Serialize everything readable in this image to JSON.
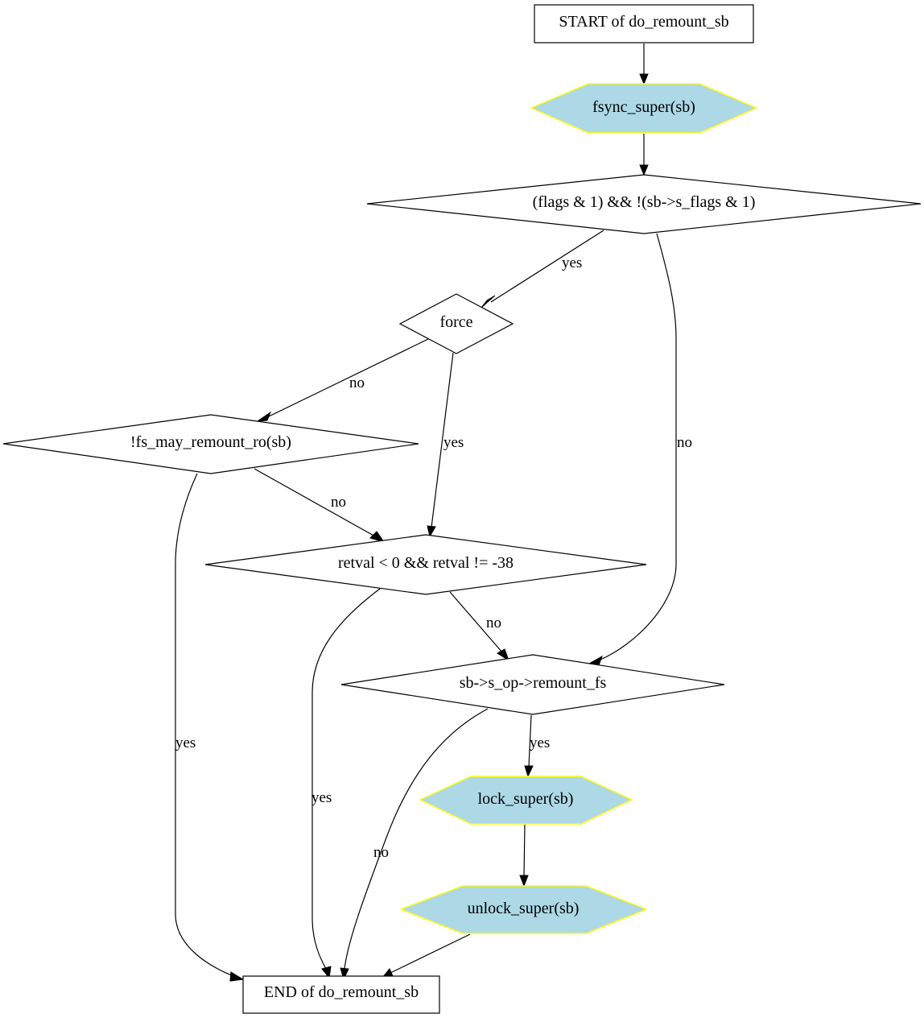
{
  "colors": {
    "action_fill": "#add8e6",
    "action_border": "#ffff00",
    "line": "#000000",
    "background": "#ffffff"
  },
  "nodes": {
    "start": "START of do_remount_sb",
    "fsync_super": "fsync_super(sb)",
    "cond_flags": "(flags & 1) && !(sb->s_flags & 1)",
    "cond_force": "force",
    "cond_fs_may_remount_ro": "!fs_may_remount_ro(sb)",
    "cond_retval": "retval < 0 && retval != -38",
    "cond_remount_fs": "sb->s_op->remount_fs",
    "lock_super": "lock_super(sb)",
    "unlock_super": "unlock_super(sb)",
    "end": "END of do_remount_sb"
  },
  "edge_labels": {
    "flags_yes": "yes",
    "flags_no": "no",
    "force_no": "no",
    "force_yes": "yes",
    "mayro_yes": "yes",
    "mayro_no": "no",
    "retval_yes": "yes",
    "retval_no": "no",
    "remount_yes": "yes",
    "remount_no": "no"
  }
}
